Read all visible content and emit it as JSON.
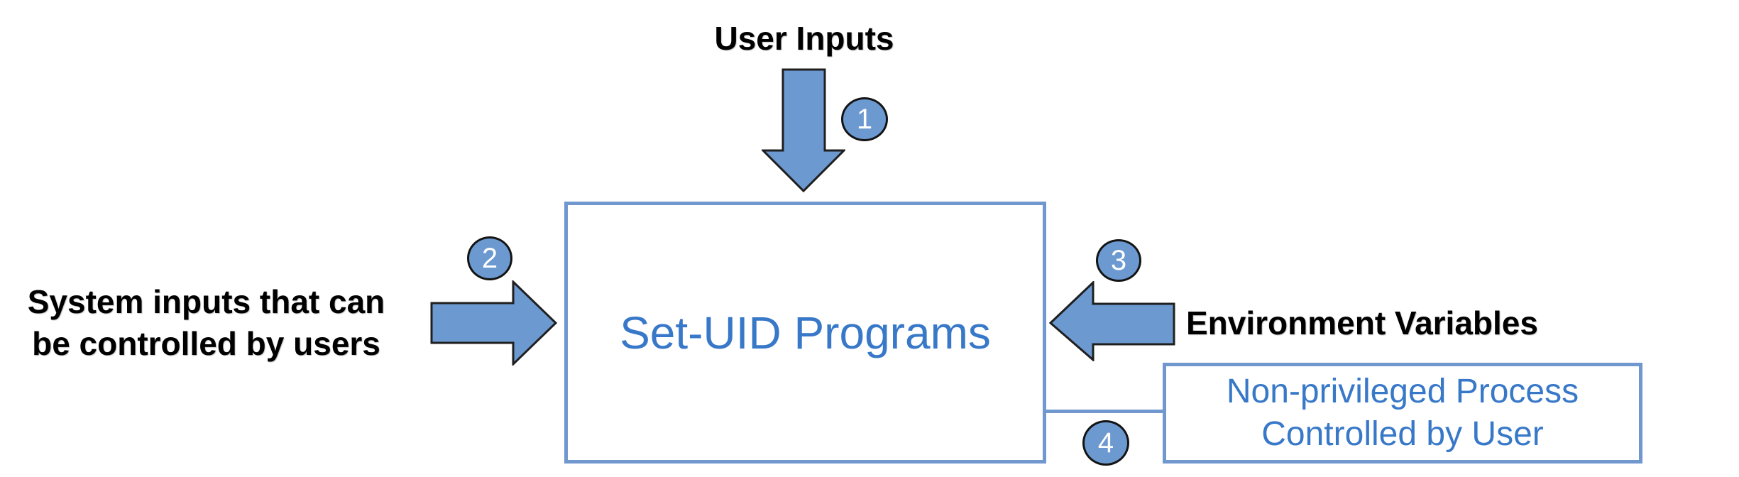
{
  "title": "User Inputs",
  "labels": {
    "left_line1": "System inputs that can",
    "left_line2": "be controlled by users",
    "right": "Environment Variables"
  },
  "boxes": {
    "main": "Set-UID Programs",
    "process_line1": "Non-privileged Process",
    "process_line2": "Controlled by User"
  },
  "badges": {
    "step1": "1",
    "step2": "2",
    "step3": "3",
    "step4": "4"
  },
  "colors": {
    "arrow_fill": "#6B99D0",
    "arrow_stroke": "#1f1f1f",
    "box_border": "#7098CF",
    "box_text": "#3878C8",
    "label_text": "#000000",
    "badge_fill": "#6B99D0",
    "badge_border": "#141414",
    "badge_text": "#ffffff",
    "canvas_bg": "#ffffff"
  }
}
